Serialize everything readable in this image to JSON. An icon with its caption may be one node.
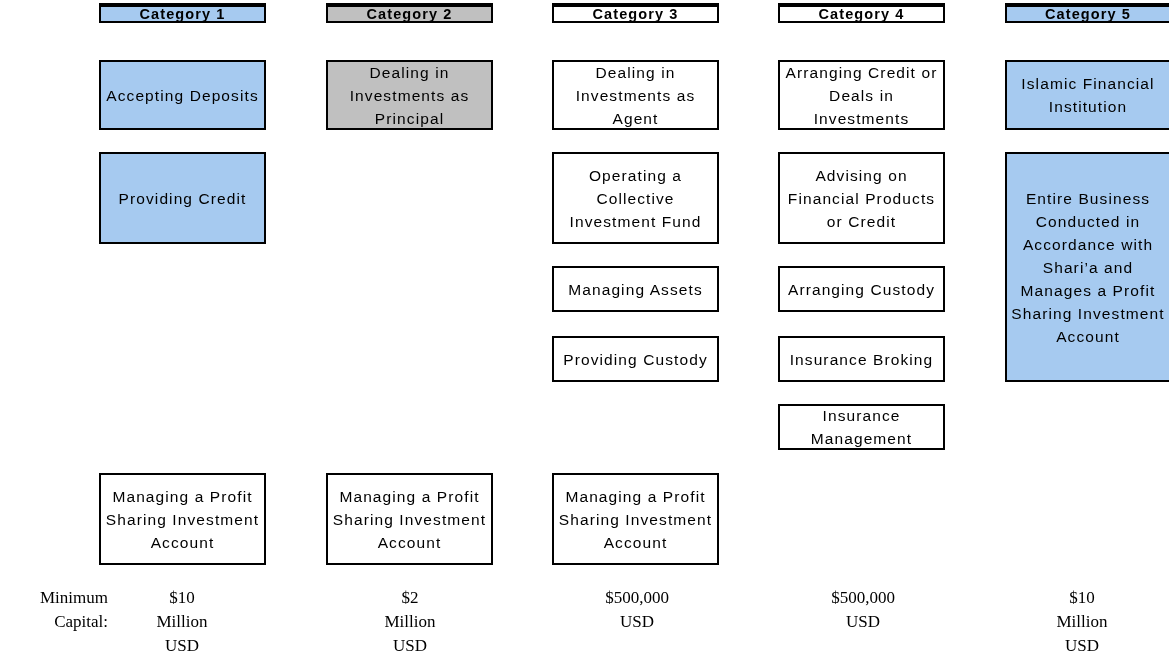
{
  "diagram": {
    "nodes": [
      {
        "text": [
          "Category 1"
        ]
      },
      {
        "text": [
          "Accepting Deposits"
        ]
      },
      {
        "text": [
          "Providing Credit"
        ]
      },
      {
        "text": [
          "Managing a Profit Sharing Investment Account"
        ]
      },
      {
        "text": [
          "Category 2"
        ]
      },
      {
        "text": [
          "Dealing in Investments as Principal"
        ]
      },
      {
        "text": [
          "Managing a Profit Sharing Investment Account"
        ]
      },
      {
        "text": [
          "Category 3"
        ]
      },
      {
        "text": [
          "Dealing in Investments as Agent"
        ]
      },
      {
        "text": [
          "Operating a Collective Investment Fund"
        ]
      },
      {
        "text": [
          "Managing Assets"
        ]
      },
      {
        "text": [
          "Providing Custody"
        ]
      },
      {
        "text": [
          "Managing a Profit Sharing Investment Account"
        ]
      },
      {
        "text": [
          "Category 4"
        ]
      },
      {
        "text": [
          "Arranging Credit or Deals in Investments"
        ]
      },
      {
        "text": [
          "Advising on Financial Products or Credit"
        ]
      },
      {
        "text": [
          "Arranging Custody"
        ]
      },
      {
        "text": [
          "Insurance Broking"
        ]
      },
      {
        "text": [
          "Insurance Management"
        ]
      },
      {
        "text": [
          "Category 5"
        ]
      },
      {
        "text": [
          "Islamic Financial Institution"
        ]
      },
      {
        "text": [
          "Entire Business Conducted in Accordance with Shari’a and Manages a Profit Sharing Investment Account"
        ]
      }
    ],
    "edges": [],
    "labels": [
      "Minimum Capital:",
      "$10 Million USD",
      "$2 Million USD",
      "$500,000 USD",
      "$500,000 USD",
      "$10 Million USD"
    ]
  }
}
